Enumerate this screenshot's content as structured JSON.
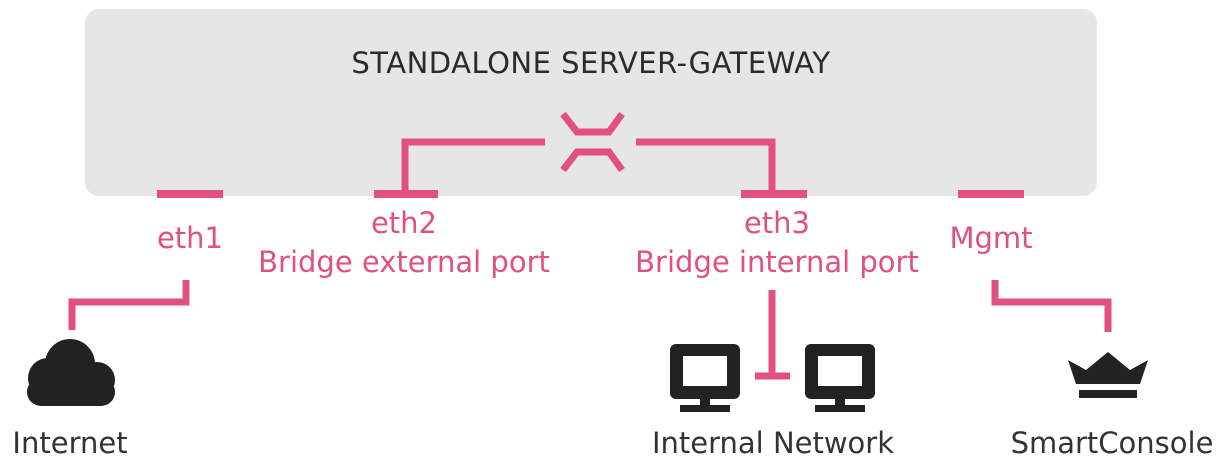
{
  "gateway": {
    "title": "STANDALONE SERVER-GATEWAY"
  },
  "ports": {
    "eth1": {
      "name": "eth1"
    },
    "eth2": {
      "name": "eth2",
      "role": "Bridge external port"
    },
    "eth3": {
      "name": "eth3",
      "role": "Bridge internal port"
    },
    "mgmt": {
      "name": "Mgmt"
    }
  },
  "nodes": {
    "internet": {
      "label": "Internet",
      "icon": "cloud-icon"
    },
    "internal_network": {
      "label": "Internal Network",
      "icon": "computer-icon"
    },
    "smartconsole": {
      "label": "SmartConsole",
      "icon": "crown-icon"
    }
  },
  "colors": {
    "accent": "#e2507f",
    "box": "#e6e6e6",
    "icon": "#222222",
    "title": "#2b2b2b"
  }
}
